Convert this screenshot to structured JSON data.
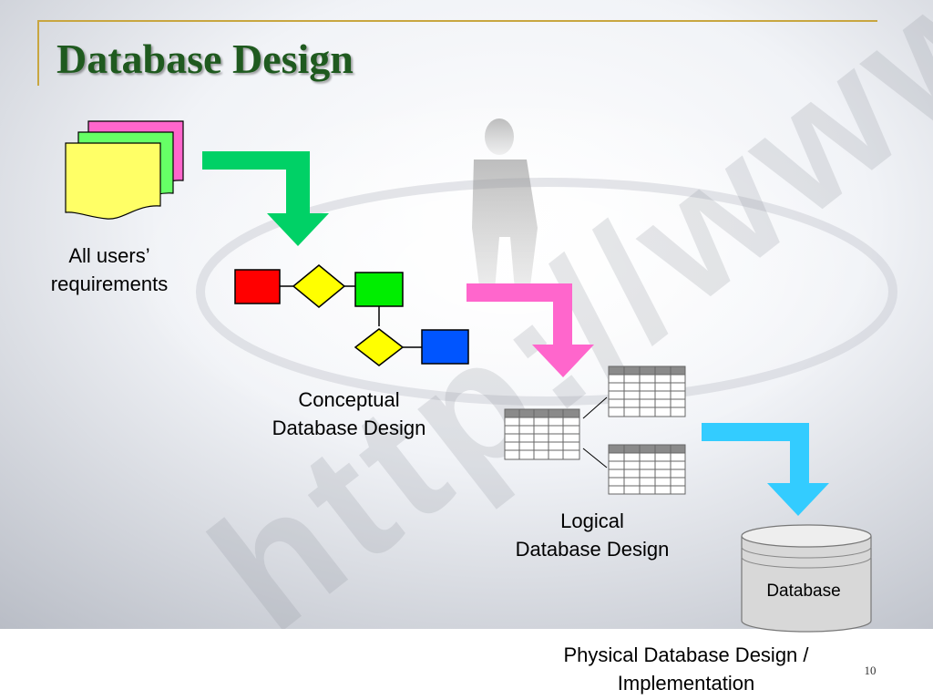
{
  "slide": {
    "title": "Database Design",
    "page_number": "10"
  },
  "diagram": {
    "stages": [
      {
        "label_line1": "All users’",
        "label_line2": "requirements"
      },
      {
        "label_line1": "Conceptual",
        "label_line2": "Database Design"
      },
      {
        "label_line1": "Logical",
        "label_line2": "Database Design"
      },
      {
        "label_line1": "Physical Database Design /",
        "label_line2": "Implementation"
      }
    ],
    "database_label": "Database",
    "background_text": "http://www"
  },
  "colors": {
    "title": "#1f5a1f",
    "rule": "#c8a640",
    "arrow_green": "#00d166",
    "arrow_pink": "#ff66cc",
    "arrow_cyan": "#33ccff",
    "entity_red": "#ff0000",
    "entity_green": "#00ee00",
    "entity_blue": "#0055ff",
    "relationship_yellow": "#ffff00",
    "doc_pink": "#ff66cc",
    "doc_green": "#66ff66",
    "doc_yellow": "#ffff66"
  }
}
